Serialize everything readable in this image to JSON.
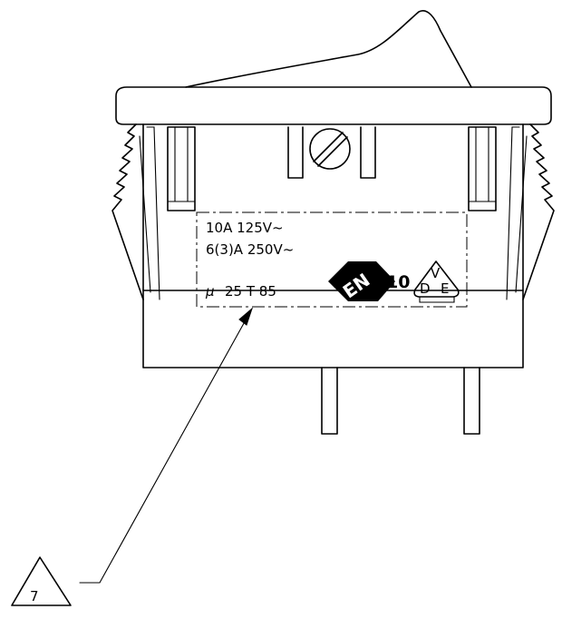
{
  "label": {
    "line1": "10A  125V~",
    "line2": "6(3)A  250V~",
    "mu": "μ",
    "rating": "25  T  85"
  },
  "marks": {
    "enec_letters": "EN",
    "enec_number": "10",
    "vde_v": "V",
    "vde_d": "D",
    "vde_e": "E"
  },
  "callout": {
    "number": "7"
  }
}
